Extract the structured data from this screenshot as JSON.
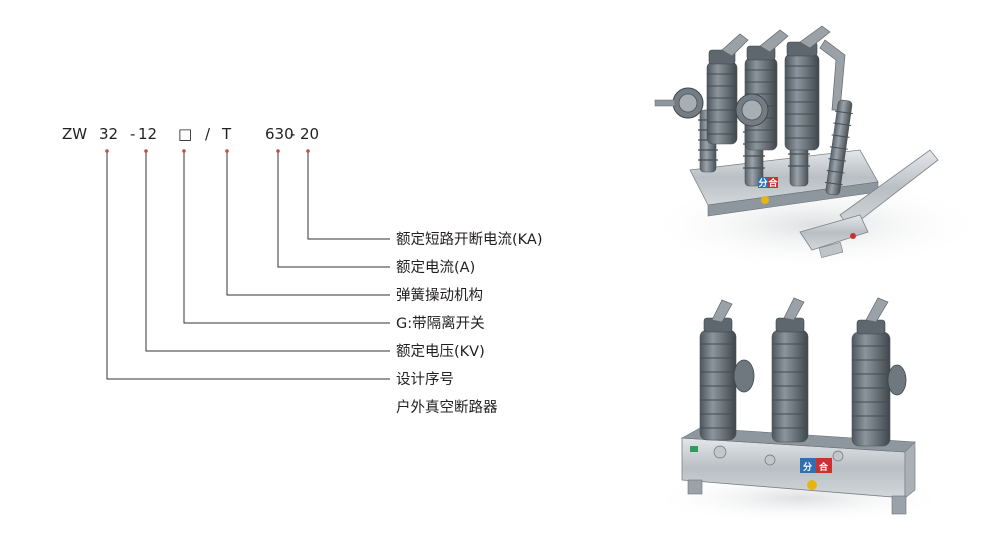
{
  "model_code": {
    "parts": [
      {
        "text": "ZW",
        "marker": false
      },
      {
        "text": "32",
        "marker": true
      },
      {
        "text": "-",
        "marker": false
      },
      {
        "text": "12",
        "marker": true
      },
      {
        "text": "□",
        "marker": true
      },
      {
        "text": "/",
        "marker": false
      },
      {
        "text": "T",
        "marker": true
      },
      {
        "text": "630",
        "marker": true
      },
      {
        "text": "-",
        "marker": false
      },
      {
        "text": "20",
        "marker": true
      }
    ]
  },
  "descriptions": [
    "额定短路开断电流(KA)",
    "额定电流(A)",
    "弹簧操动机构",
    "G:带隔离开关",
    "额定电压(KV)",
    "设计序号",
    "户外真空断路器"
  ],
  "product_images": {
    "top": {
      "switch_labels": [
        "分",
        "合"
      ]
    },
    "bottom": {
      "switch_labels": [
        "分",
        "合"
      ]
    }
  },
  "colors": {
    "marker": "#c2503f",
    "label_green": "#2e9c5a",
    "label_red": "#c8322f",
    "label_blue": "#2f6fb3"
  }
}
